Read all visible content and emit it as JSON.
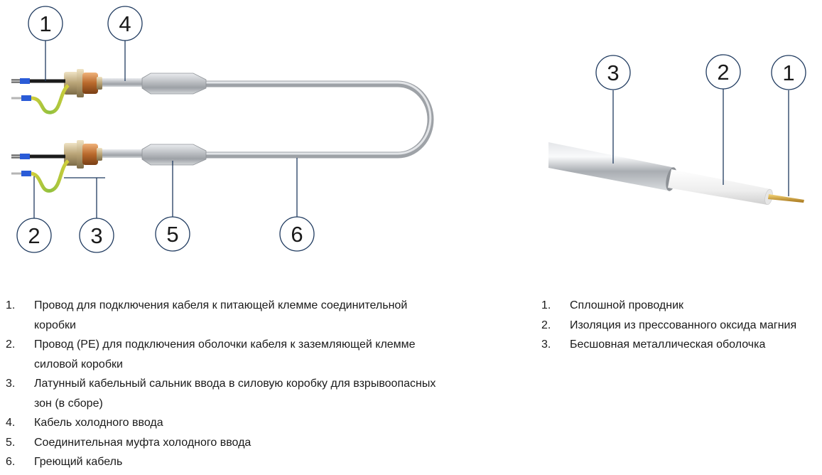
{
  "cable_assembly": {
    "callouts": [
      {
        "id": "callout-1",
        "label": "1"
      },
      {
        "id": "callout-2",
        "label": "2"
      },
      {
        "id": "callout-3",
        "label": "3"
      },
      {
        "id": "callout-4",
        "label": "4"
      },
      {
        "id": "callout-5",
        "label": "5"
      },
      {
        "id": "callout-6",
        "label": "6"
      }
    ],
    "legend": [
      {
        "num": "1.",
        "text": "Провод для подключения кабеля к питающей клемме соединительной коробки"
      },
      {
        "num": "2.",
        "text": "Провод (PE) для подключения оболочки кабеля к заземляющей клемме силовой коробки"
      },
      {
        "num": "3.",
        "text": "Латунный кабельный сальник ввода в силовую коробку для взрывоопасных зон (в сборе)"
      },
      {
        "num": "4.",
        "text": "Кабель холодного ввода"
      },
      {
        "num": "5.",
        "text": "Соединительная муфта холодного ввода"
      },
      {
        "num": "6.",
        "text": "Греющий кабель"
      }
    ]
  },
  "cable_cross_section": {
    "callouts": [
      {
        "id": "cs-callout-3",
        "label": "3"
      },
      {
        "id": "cs-callout-2",
        "label": "2"
      },
      {
        "id": "cs-callout-1",
        "label": "1"
      }
    ],
    "legend": [
      {
        "num": "1.",
        "text": "Сплошной проводник"
      },
      {
        "num": "2.",
        "text": "Изоляция из прессованного оксида магния"
      },
      {
        "num": "3.",
        "text": "Бесшовная металлическая оболочка"
      }
    ]
  },
  "colors": {
    "callout_stroke": "#1f3a5f",
    "sheath_metal": "#b9bcc0",
    "copper": "#c07a3c",
    "brass": "#c8b48a",
    "wire_black": "#1b1b1b",
    "wire_blue": "#2a5bd7",
    "earth_yellow": "#d6cf3a",
    "earth_green": "#7fb33a",
    "insulation_white": "#f2f2f2",
    "conductor_gold": "#d9a93a"
  }
}
